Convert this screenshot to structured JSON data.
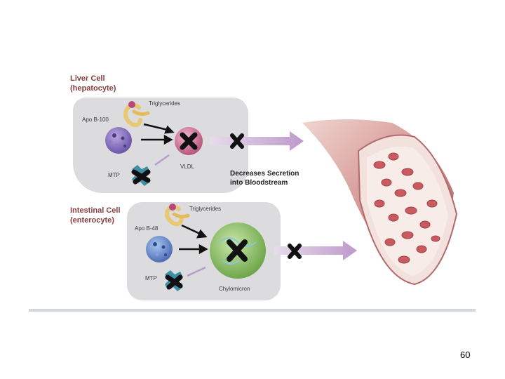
{
  "liver": {
    "title_line1": "Liver Cell",
    "title_line2": "(hepatocyte)",
    "triglycerides": "Triglycerides",
    "apo": "Apo B-100",
    "mtp": "MTP",
    "particle": "VLDL"
  },
  "intestine": {
    "title_line1": "Intestinal Cell",
    "title_line2": "(enterocyte)",
    "triglycerides": "Triglycerides",
    "apo": "Apo B-48",
    "mtp": "MTP",
    "particle": "Chylomicron"
  },
  "caption_line1": "Decreases Secretion",
  "caption_line2": "into Bloodstream",
  "page_number": "60",
  "colors": {
    "title": "#8a3e3e",
    "panel": "#dcdcde",
    "arrow": "#c7a7cf",
    "vessel": "#b8636a",
    "blood_cell": "#c95a5f"
  }
}
